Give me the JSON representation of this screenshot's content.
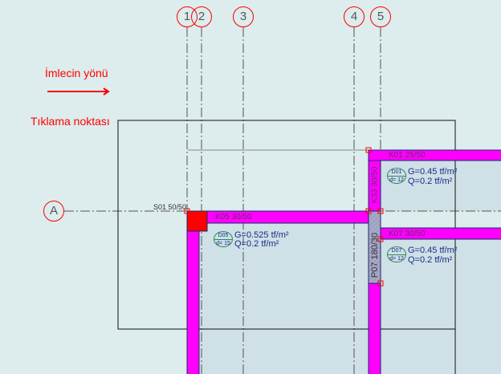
{
  "annotations": {
    "cursor_direction": "İmlecin yönü",
    "click_point": "Tıklama noktası"
  },
  "axes": {
    "v": [
      "1",
      "2",
      "3",
      "4",
      "5"
    ],
    "h": [
      "A"
    ]
  },
  "columns": {
    "s01": "S01 50/50",
    "p07": "P07 180/30"
  },
  "beams": {
    "k05": "K05 30/50",
    "k01": "K01 25/50",
    "k33": "K33 30/50",
    "k07": "K07 30/50"
  },
  "slabs": [
    {
      "id": "D05",
      "thickness": "d= 15",
      "g": "G=0.525 tf/m²",
      "q": "Q=0.2 tf/m²"
    },
    {
      "id": "D01",
      "thickness": "d= 12",
      "g": "G=0.45 tf/m²",
      "q": "Q=0.2 tf/m²"
    },
    {
      "id": "D07",
      "thickness": "d= 12",
      "g": "G=0.45 tf/m²",
      "q": "Q=0.2 tf/m²"
    }
  ],
  "colors": {
    "beam": "#ff00ff",
    "column": "#ff0000",
    "slab": "#cfe0e6",
    "background": "#ddeced"
  }
}
